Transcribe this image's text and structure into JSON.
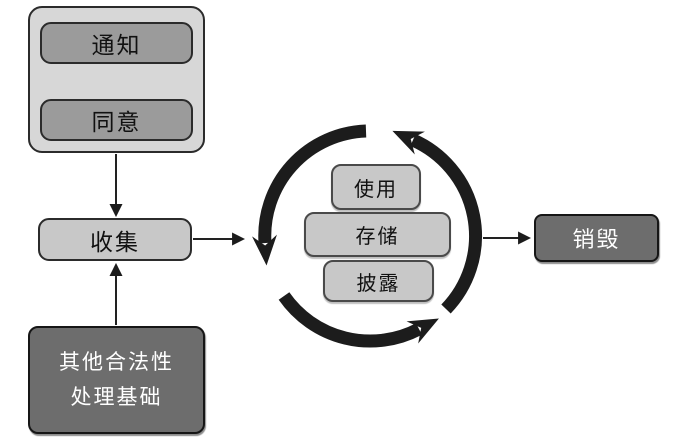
{
  "colors": {
    "background": "#ffffff",
    "container_fill": "#d7d7d7",
    "medium_box_fill": "#9b9b9b",
    "light_box_fill": "#c8c8c8",
    "dark_box_fill": "#6d6d6d",
    "arrow_color": "#1c1c1c",
    "dark_box_text": "#ffffff",
    "box_text": "#111111"
  },
  "nodes": {
    "notice": "通知",
    "consent": "同意",
    "collect": "收集",
    "other_basis": {
      "line1": "其他合法性",
      "line2": "处理基础"
    },
    "cycle": {
      "use": "使用",
      "store": "存储",
      "disclose": "披露"
    },
    "destroy": "销毁"
  },
  "flow": {
    "cycle_direction": "counterclockwise",
    "edges": [
      "notice -> consent",
      "consent-group -> collect",
      "other_basis -> collect",
      "collect -> cycle",
      "cycle -> destroy"
    ]
  }
}
